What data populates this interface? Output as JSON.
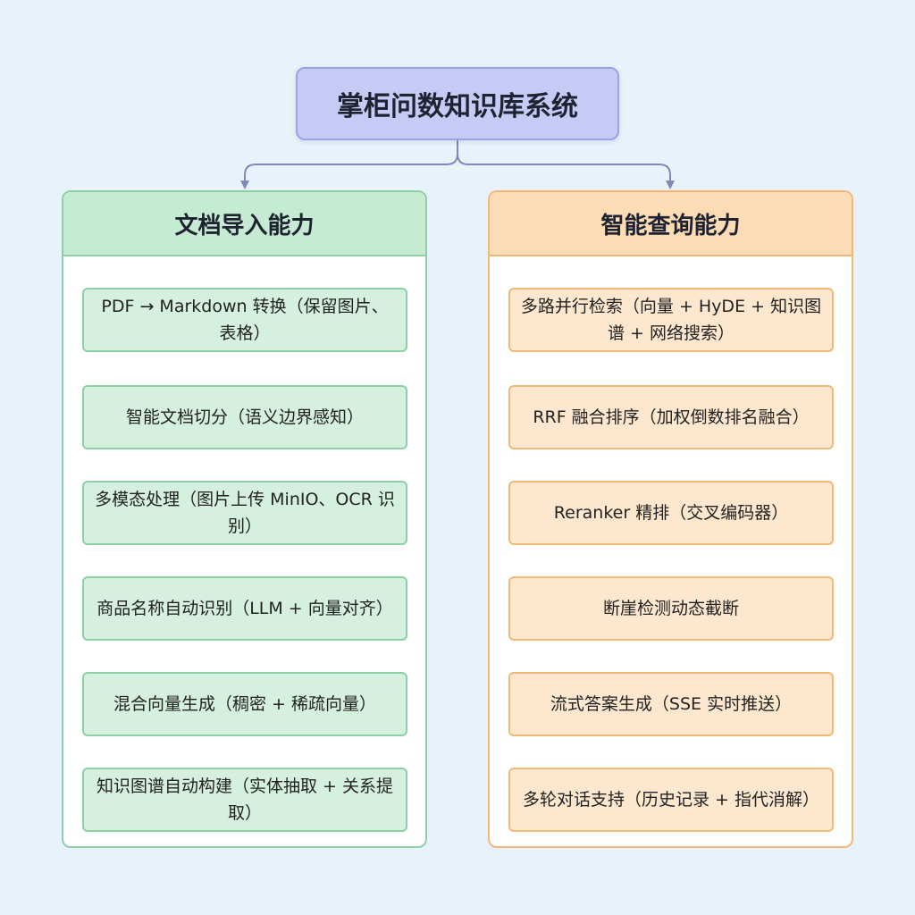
{
  "root": {
    "title": "掌柜问数知识库系统"
  },
  "left_column": {
    "title": "文档导入能力",
    "steps": [
      "PDF → Markdown 转换（保留图片、表格）",
      "智能文档切分（语义边界感知）",
      "多模态处理（图片上传 MinIO、OCR 识别）",
      "商品名称自动识别（LLM + 向量对齐）",
      "混合向量生成（稠密 + 稀疏向量）",
      "知识图谱自动构建（实体抽取 + 关系提取）"
    ]
  },
  "right_column": {
    "title": "智能查询能力",
    "steps": [
      "多路并行检索（向量 + HyDE + 知识图谱 + 网络搜索）",
      "RRF 融合排序（加权倒数排名融合）",
      "Reranker 精排（交叉编码器）",
      "断崖检测动态截断",
      "流式答案生成（SSE 实时推送）",
      "多轮对话支持（历史记录 + 指代消解）"
    ]
  },
  "colors": {
    "background": "#e8f2fb",
    "root_fill": "#c5cbf4",
    "root_border": "#9aa3e6",
    "left_accent": "#8fcfa6",
    "left_fill": "#d6f0df",
    "right_accent": "#f2b877",
    "right_fill": "#fde8cf",
    "root_connector": "#7f88b8",
    "left_connector": "#6fbf8a",
    "right_connector": "#e79a3f"
  }
}
